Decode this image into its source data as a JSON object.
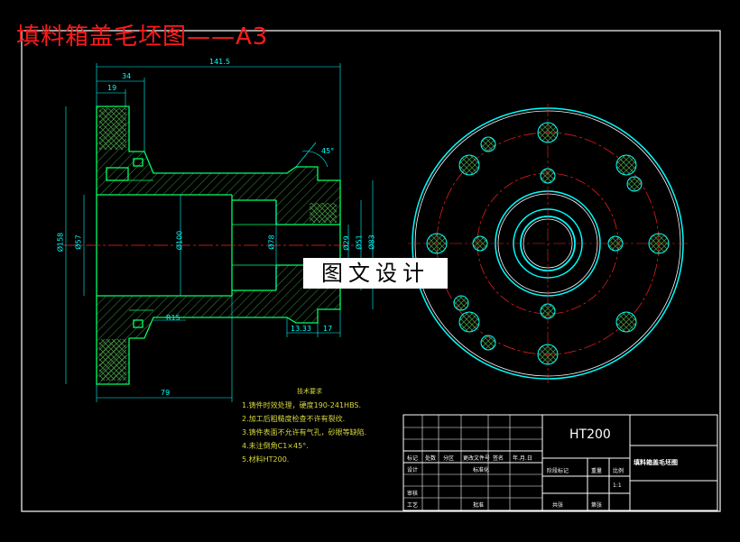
{
  "header": {
    "title": "填料箱盖毛坯图——A3"
  },
  "watermark": {
    "text": "图文设计"
  },
  "dimensions": {
    "overall_length": "141.5",
    "d34": "34",
    "d19": "19",
    "d79": "79",
    "d13_33": "13.33",
    "d17": "17",
    "r15": "R15",
    "angle45": "45°",
    "dia158": "Ø158",
    "dia57": "Ø57",
    "dia100": "Ø100",
    "dia78": "Ø78",
    "dia29": "Ø29",
    "dia51": "Ø51",
    "dia83": "Ø83"
  },
  "notes": {
    "heading": "技术要求",
    "items": [
      "1.铸件时效处理，硬度190-241HBS.",
      "2.加工后粗糙度检查不许有裂纹.",
      "3.铸件表面不允许有气孔，砂眼等缺陷.",
      "4.未注倒角C1×45°.",
      "5.材料HT200."
    ]
  },
  "title_block": {
    "material": "HT200",
    "part_name": "填料箱盖毛坯图",
    "labels": {
      "mark": "标记",
      "count": "处数",
      "zone": "分区",
      "change_doc": "更改文件号",
      "sign": "签名",
      "date": "年.月.日",
      "design": "设计",
      "standardize": "标准化",
      "stage_mark": "阶段标记",
      "weight": "重量",
      "scale": "比例",
      "review": "审核",
      "process": "工艺",
      "approve": "批准",
      "sheets": "共张",
      "sheet_no": "第张",
      "scale_value": "1:1"
    }
  },
  "colors": {
    "border": "#ffffff",
    "outline": "#00ff66",
    "hatch": "#3a7a3a",
    "dimension": "#00ffff",
    "center_line": "#ff2020",
    "title_red": "#ff1a1a",
    "notes": "#d8d840"
  }
}
